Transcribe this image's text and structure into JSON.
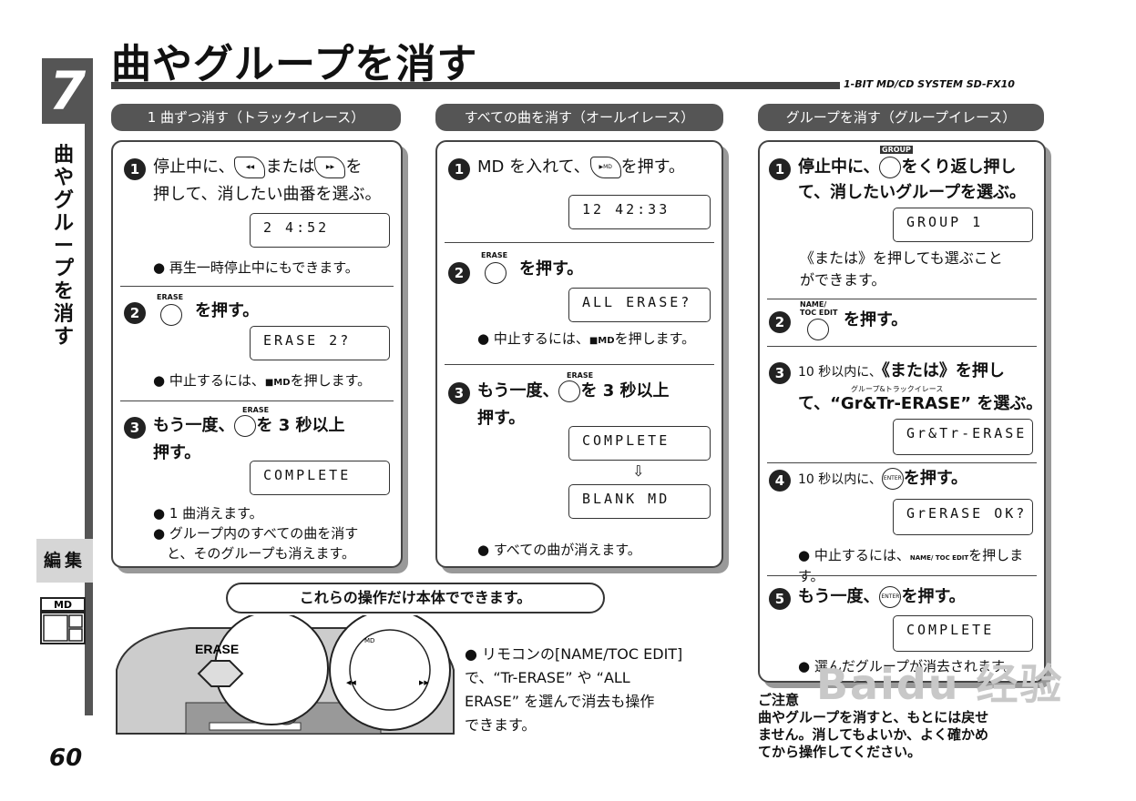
{
  "chapter": {
    "number": "7",
    "side_title": "曲やグループを消す",
    "edit_tab": "編集",
    "md_label": "MD"
  },
  "header": {
    "title": "曲やグループを消す",
    "model": "1-BIT MD/CD SYSTEM  SD-FX10"
  },
  "page_number": "60",
  "sections": {
    "track": {
      "heading": "1 曲ずつ消す（トラックイレース）",
      "step1": {
        "num": "1",
        "line1": "停止中に、",
        "line1b": "または",
        "line1c": "を",
        "line2": "押して、消したい曲番を選ぶ。",
        "lcd": "2        4:52",
        "note": "● 再生一時停止中にもできます。"
      },
      "step2": {
        "num": "2",
        "button": "ERASE",
        "text": "を押す。",
        "lcd": "ERASE   2?",
        "note": "● 中止するには、",
        "note_btn": "■MD",
        "note_end": "を押します。"
      },
      "step3": {
        "num": "3",
        "line1": "もう一度、",
        "button": "ERASE",
        "line1b": "を 3 秒以上",
        "line2": "押す。",
        "lcd": "COMPLETE",
        "note1": "● 1 曲消えます。",
        "note2": "● グループ内のすべての曲を消す",
        "note3": "　と、そのグループも消えます。"
      }
    },
    "all": {
      "heading": "すべての曲を消す（オールイレース）",
      "step1": {
        "num": "1",
        "text": "MD を入れて、",
        "text_end": "を押す。",
        "lcd": "12    42:33"
      },
      "step2": {
        "num": "2",
        "button": "ERASE",
        "text": "を押す。",
        "lcd": "ALL  ERASE?",
        "note": "● 中止するには、",
        "note_btn": "■MD",
        "note_end": "を押します。"
      },
      "step3": {
        "num": "3",
        "line1": "もう一度、",
        "button": "ERASE",
        "line1b": "を 3 秒以上",
        "line2": "押す。",
        "lcd1": "COMPLETE",
        "lcd2": "BLANK  MD",
        "note": "● すべての曲が消えます。"
      }
    },
    "group": {
      "heading": "グループを消す（グループイレース）",
      "step1": {
        "num": "1",
        "button": "GROUP",
        "line1": "停止中に、",
        "line1b": "をくり返し押し",
        "line2": "て、消したいグループを選ぶ。",
        "lcd": "GROUP  1",
        "note1": "《または》を押しても選ぶこと",
        "note2": "ができます。"
      },
      "step2": {
        "num": "2",
        "button": "NAME/ TOC EDIT",
        "text": "を押す。"
      },
      "step3": {
        "num": "3",
        "line1": "10 秒以内に、",
        "line1b": "《または》を押し",
        "ruby": "グループ&トラックイレース",
        "line2": "て、“Gr&Tr-ERASE” を選ぶ。",
        "lcd": "Gr&Tr-ERASE"
      },
      "step4": {
        "num": "4",
        "text": "10 秒以内に、",
        "button": "ENTER",
        "text_end": "を押す。",
        "lcd": "GrERASE  OK?",
        "note": "● 中止するには、",
        "note_btn": "NAME/ TOC EDIT",
        "note_end": "を押します。"
      },
      "step5": {
        "num": "5",
        "text": "もう一度、",
        "button": "ENTER",
        "text_end": "を押す。",
        "lcd": "COMPLETE",
        "note": "● 選んだグループが消去されます。"
      }
    }
  },
  "bubble": "これらの操作だけ本体でできます。",
  "device": {
    "erase_label": "ERASE"
  },
  "remote_note": {
    "line1": "● リモコンの[NAME/TOC EDIT]",
    "line2": "で、“Tr-ERASE” や “ALL",
    "line3": "ERASE” を選んで消去も操作",
    "line4": "できます。"
  },
  "caution": {
    "title": "ご注意",
    "line1": "曲やグループを消すと、もとには戻せ",
    "line2": "ません。消してもよいか、よく確かめ",
    "line3": "てから操作してください。"
  },
  "watermark": "Baidu 经验"
}
